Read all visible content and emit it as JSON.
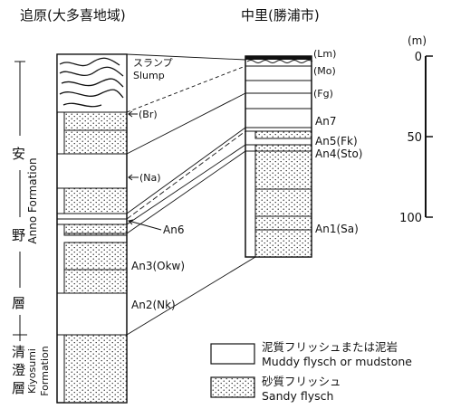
{
  "titles": {
    "left": "追原(大多喜地域)",
    "right": "中里(勝浦市)"
  },
  "left_column": {
    "slump_jp": "スランプ",
    "slump_en": "Slump",
    "markers": [
      "(Br)",
      "(Na)",
      "An6",
      "An3(Okw)",
      "An2(Nk)"
    ]
  },
  "right_column": {
    "markers": [
      "(Lm)",
      "(Mo)",
      "(Fg)",
      "An7",
      "An5(Fk)",
      "An4(Sto)",
      "An1(Sa)"
    ]
  },
  "formation_labels": {
    "anno_jp": [
      "安",
      "野",
      "層"
    ],
    "anno_en": "Anno Formation",
    "kiyosumi_jp": [
      "清",
      "澄",
      "層"
    ],
    "kiyosumi_en_1": "Kiyosumi",
    "kiyosumi_en_2": "Formation"
  },
  "scale": {
    "unit": "(m)",
    "ticks": [
      "0",
      "50",
      "100"
    ]
  },
  "legend": {
    "muddy_jp": "泥質フリッシュまたは泥岩",
    "muddy_en": "Muddy flysch or mudstone",
    "sandy_jp": "砂質フリッシュ",
    "sandy_en": "Sandy flysch"
  },
  "colors": {
    "ink": "#111111",
    "paper": "#ffffff"
  }
}
